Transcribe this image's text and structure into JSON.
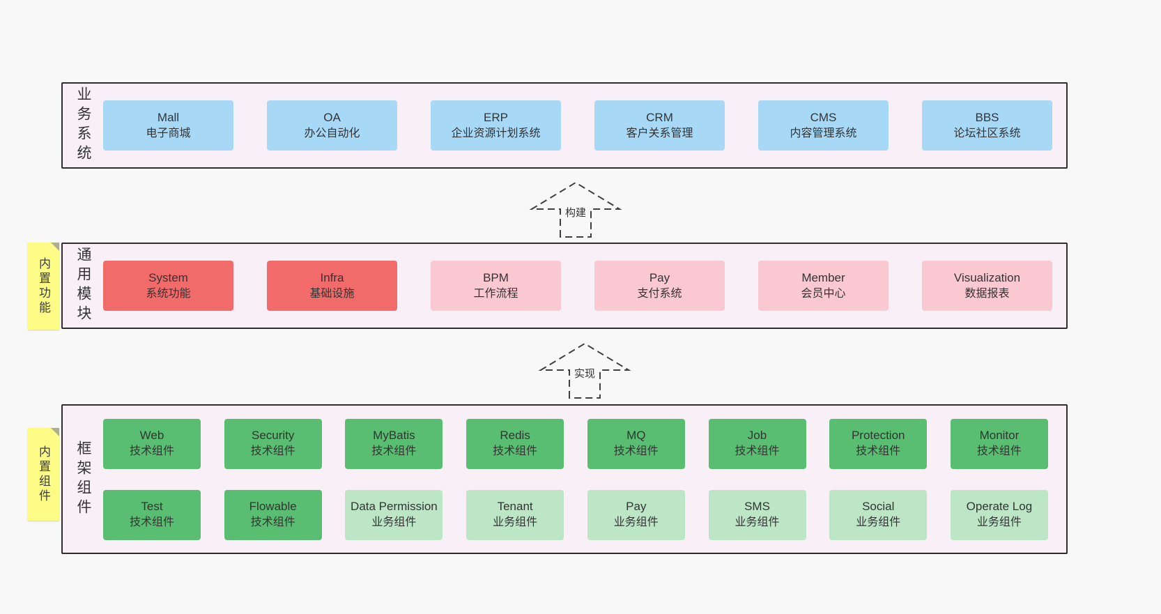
{
  "palette": {
    "page_bg": "#F8F8F8",
    "band_bg": "#F8EFF7",
    "band_border": "#2E2E2E",
    "blue": "#A7D9F7",
    "red": "#F26B6B",
    "pink": "#FAC8D1",
    "green": "#5ABE72",
    "light_green": "#BDE6C7",
    "sticky_yellow": "#FBFB85",
    "sticky_fold": "#ADAD8F",
    "text": "#333333"
  },
  "bands": [
    {
      "label": "业务系统",
      "items": [
        {
          "title": "Mall",
          "subtitle": "电子商城",
          "variant": "blue"
        },
        {
          "title": "OA",
          "subtitle": "办公自动化",
          "variant": "blue"
        },
        {
          "title": "ERP",
          "subtitle": "企业资源计划系统",
          "variant": "blue"
        },
        {
          "title": "CRM",
          "subtitle": "客户关系管理",
          "variant": "blue"
        },
        {
          "title": "CMS",
          "subtitle": "内容管理系统",
          "variant": "blue"
        },
        {
          "title": "BBS",
          "subtitle": "论坛社区系统",
          "variant": "blue"
        }
      ]
    },
    {
      "label": "通用模块",
      "sticky": "内置功能",
      "items": [
        {
          "title": "System",
          "subtitle": "系统功能",
          "variant": "red"
        },
        {
          "title": "Infra",
          "subtitle": "基础设施",
          "variant": "red"
        },
        {
          "title": "BPM",
          "subtitle": "工作流程",
          "variant": "pink"
        },
        {
          "title": "Pay",
          "subtitle": "支付系统",
          "variant": "pink"
        },
        {
          "title": "Member",
          "subtitle": "会员中心",
          "variant": "pink"
        },
        {
          "title": "Visualization",
          "subtitle": "数据报表",
          "variant": "pink"
        }
      ]
    },
    {
      "label": "框架组件",
      "sticky": "内置组件",
      "rows": [
        [
          {
            "title": "Web",
            "subtitle": "技术组件",
            "variant": "green"
          },
          {
            "title": "Security",
            "subtitle": "技术组件",
            "variant": "green"
          },
          {
            "title": "MyBatis",
            "subtitle": "技术组件",
            "variant": "green"
          },
          {
            "title": "Redis",
            "subtitle": "技术组件",
            "variant": "green"
          },
          {
            "title": "MQ",
            "subtitle": "技术组件",
            "variant": "green"
          },
          {
            "title": "Job",
            "subtitle": "技术组件",
            "variant": "green"
          },
          {
            "title": "Protection",
            "subtitle": "技术组件",
            "variant": "green"
          },
          {
            "title": "Monitor",
            "subtitle": "技术组件",
            "variant": "green"
          }
        ],
        [
          {
            "title": "Test",
            "subtitle": "技术组件",
            "variant": "green"
          },
          {
            "title": "Flowable",
            "subtitle": "技术组件",
            "variant": "green"
          },
          {
            "title": "Data Permission",
            "subtitle": "业务组件",
            "variant": "light_green"
          },
          {
            "title": "Tenant",
            "subtitle": "业务组件",
            "variant": "light_green"
          },
          {
            "title": "Pay",
            "subtitle": "业务组件",
            "variant": "light_green"
          },
          {
            "title": "SMS",
            "subtitle": "业务组件",
            "variant": "light_green"
          },
          {
            "title": "Social",
            "subtitle": "业务组件",
            "variant": "light_green"
          },
          {
            "title": "Operate Log",
            "subtitle": "业务组件",
            "variant": "light_green"
          }
        ]
      ]
    }
  ],
  "arrows": [
    {
      "label": "构建"
    },
    {
      "label": "实现"
    }
  ]
}
